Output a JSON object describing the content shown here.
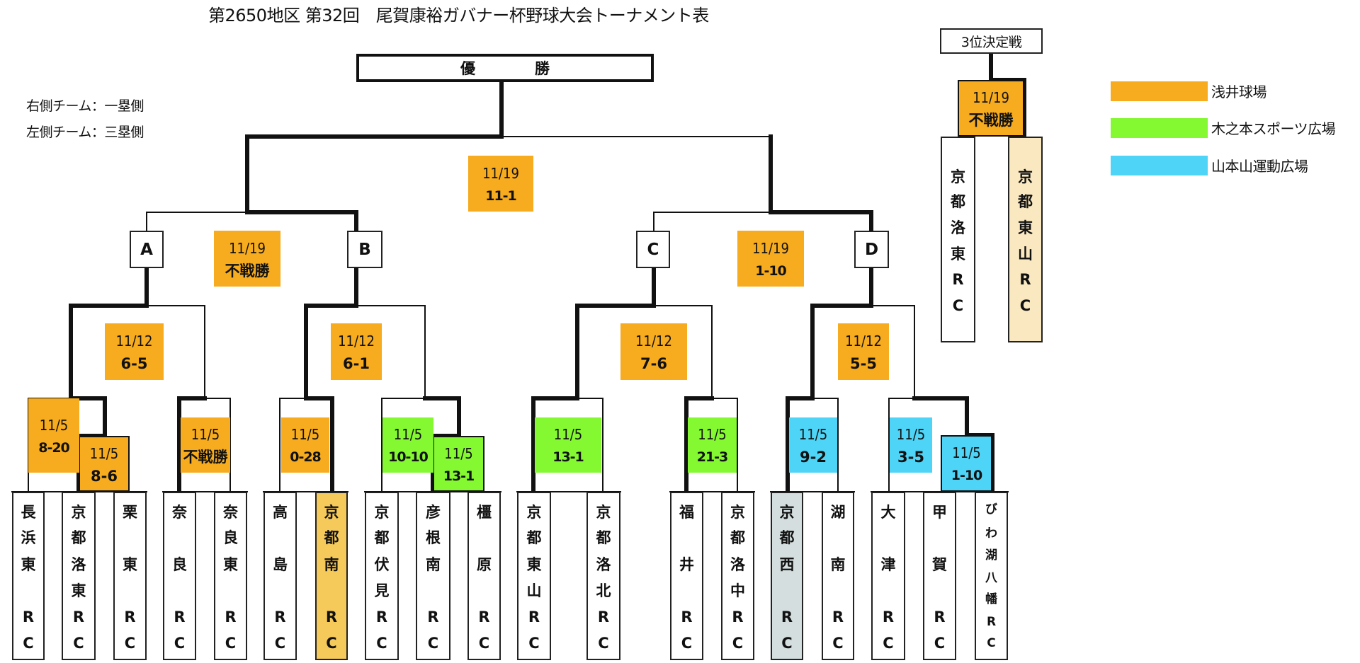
{
  "title": "第2650地区 第32回　尾賀康裕ガバナー杯野球大会トーナメント表",
  "notes": [
    "右側チーム：一塁側",
    "左側チーム：三塁側"
  ],
  "champion_label": [
    "優",
    "勝"
  ],
  "colors": {
    "asai": "#F7AB1E",
    "kinomoto": "#84F831",
    "yamamotoyama": "#4DD4F6",
    "highlight_gold": "#F5C95A",
    "highlight_grey": "#D4DEDE",
    "highlight_cream": "#F9E8C0",
    "line": "#111111"
  },
  "legend": [
    {
      "label": "浅井球場",
      "color": "#F7AB1E"
    },
    {
      "label": "木之本スポーツ広場",
      "color": "#84F831"
    },
    {
      "label": "山本山運動広場",
      "color": "#4DD4F6"
    }
  ],
  "block_labels": [
    "A",
    "B",
    "C",
    "D"
  ],
  "teams": [
    {
      "name": "長浜東RC",
      "cells": [
        "長",
        "浜",
        "東",
        "",
        "R",
        "C"
      ],
      "highlight": ""
    },
    {
      "name": "京都洛東RC",
      "cells": [
        "京",
        "都",
        "洛",
        "東",
        "R",
        "C"
      ],
      "highlight": ""
    },
    {
      "name": "栗東RC",
      "cells": [
        "栗",
        "",
        "東",
        "",
        "R",
        "C"
      ],
      "highlight": ""
    },
    {
      "name": "奈良RC",
      "cells": [
        "奈",
        "",
        "良",
        "",
        "R",
        "C"
      ],
      "highlight": ""
    },
    {
      "name": "奈良東RC",
      "cells": [
        "奈",
        "良",
        "東",
        "",
        "R",
        "C"
      ],
      "highlight": ""
    },
    {
      "name": "高島RC",
      "cells": [
        "高",
        "",
        "島",
        "",
        "R",
        "C"
      ],
      "highlight": ""
    },
    {
      "name": "京都南RC",
      "cells": [
        "京",
        "都",
        "南",
        "",
        "R",
        "C"
      ],
      "highlight": "#F5C95A"
    },
    {
      "name": "京都伏見RC",
      "cells": [
        "京",
        "都",
        "伏",
        "見",
        "R",
        "C"
      ],
      "highlight": ""
    },
    {
      "name": "彦根南RC",
      "cells": [
        "彦",
        "根",
        "南",
        "",
        "R",
        "C"
      ],
      "highlight": ""
    },
    {
      "name": "橿原RC",
      "cells": [
        "橿",
        "",
        "原",
        "",
        "R",
        "C"
      ],
      "highlight": ""
    },
    {
      "name": "京都東山RC",
      "cells": [
        "京",
        "都",
        "東",
        "山",
        "R",
        "C"
      ],
      "highlight": ""
    },
    {
      "name": "京都洛北RC",
      "cells": [
        "京",
        "都",
        "洛",
        "北",
        "R",
        "C"
      ],
      "highlight": ""
    },
    {
      "name": "福井RC",
      "cells": [
        "福",
        "",
        "井",
        "",
        "R",
        "C"
      ],
      "highlight": ""
    },
    {
      "name": "京都洛中RC",
      "cells": [
        "京",
        "都",
        "洛",
        "中",
        "R",
        "C"
      ],
      "highlight": ""
    },
    {
      "name": "京都西RC",
      "cells": [
        "京",
        "都",
        "西",
        "",
        "R",
        "C"
      ],
      "highlight": "#D4DEDE"
    },
    {
      "name": "湖南RC",
      "cells": [
        "湖",
        "",
        "南",
        "",
        "R",
        "C"
      ],
      "highlight": ""
    },
    {
      "name": "大津RC",
      "cells": [
        "大",
        "",
        "津",
        "",
        "R",
        "C"
      ],
      "highlight": ""
    },
    {
      "name": "甲賀RC",
      "cells": [
        "甲",
        "",
        "賀",
        "",
        "R",
        "C"
      ],
      "highlight": ""
    },
    {
      "name": "びわ湖八幡RC",
      "cells": [
        "び",
        "わ",
        "湖",
        "八",
        "幡",
        "R",
        "C"
      ],
      "highlight": "",
      "compact": true
    }
  ],
  "games": {
    "round1": [
      {
        "date": "11/5",
        "score": "8-6",
        "venue": "asai"
      },
      {
        "date": "11/5",
        "score": "8-20",
        "venue": "asai"
      },
      {
        "date": "11/5",
        "score": "不戦勝",
        "venue": "asai"
      },
      {
        "date": "11/5",
        "score": "0-28",
        "venue": "asai"
      },
      {
        "date": "11/5",
        "score": "13-1",
        "venue": "kinomoto"
      },
      {
        "date": "11/5",
        "score": "10-10",
        "venue": "kinomoto"
      },
      {
        "date": "11/5",
        "score": "13-1",
        "venue": "kinomoto"
      },
      {
        "date": "11/5",
        "score": "21-3",
        "venue": "kinomoto"
      },
      {
        "date": "11/5",
        "score": "9-2",
        "venue": "yamamotoyama"
      },
      {
        "date": "11/5",
        "score": "1-10",
        "venue": "yamamotoyama"
      },
      {
        "date": "11/5",
        "score": "3-5",
        "venue": "yamamotoyama"
      }
    ],
    "round2": [
      {
        "date": "11/12",
        "score": "6-5",
        "venue": "asai"
      },
      {
        "date": "11/12",
        "score": "6-1",
        "venue": "asai"
      },
      {
        "date": "11/12",
        "score": "7-6",
        "venue": "asai"
      },
      {
        "date": "11/12",
        "score": "5-5",
        "venue": "asai"
      }
    ],
    "semifinal": [
      {
        "date": "11/19",
        "score": "不戦勝",
        "venue": "asai"
      },
      {
        "date": "11/19",
        "score": "1-10",
        "venue": "asai"
      }
    ],
    "final": {
      "date": "11/19",
      "score": "11-1",
      "venue": "asai"
    },
    "third_place": {
      "date": "11/19",
      "score": "不戦勝",
      "venue": "asai"
    }
  },
  "third_place": {
    "label": "3位決定戦",
    "teams": [
      {
        "name": "京都洛東RC",
        "cells": [
          "京",
          "都",
          "洛",
          "東",
          "R",
          "C"
        ],
        "highlight": ""
      },
      {
        "name": "京都東山RC",
        "cells": [
          "京",
          "都",
          "東",
          "山",
          "R",
          "C"
        ],
        "highlight": "#F9E8C0"
      }
    ]
  }
}
